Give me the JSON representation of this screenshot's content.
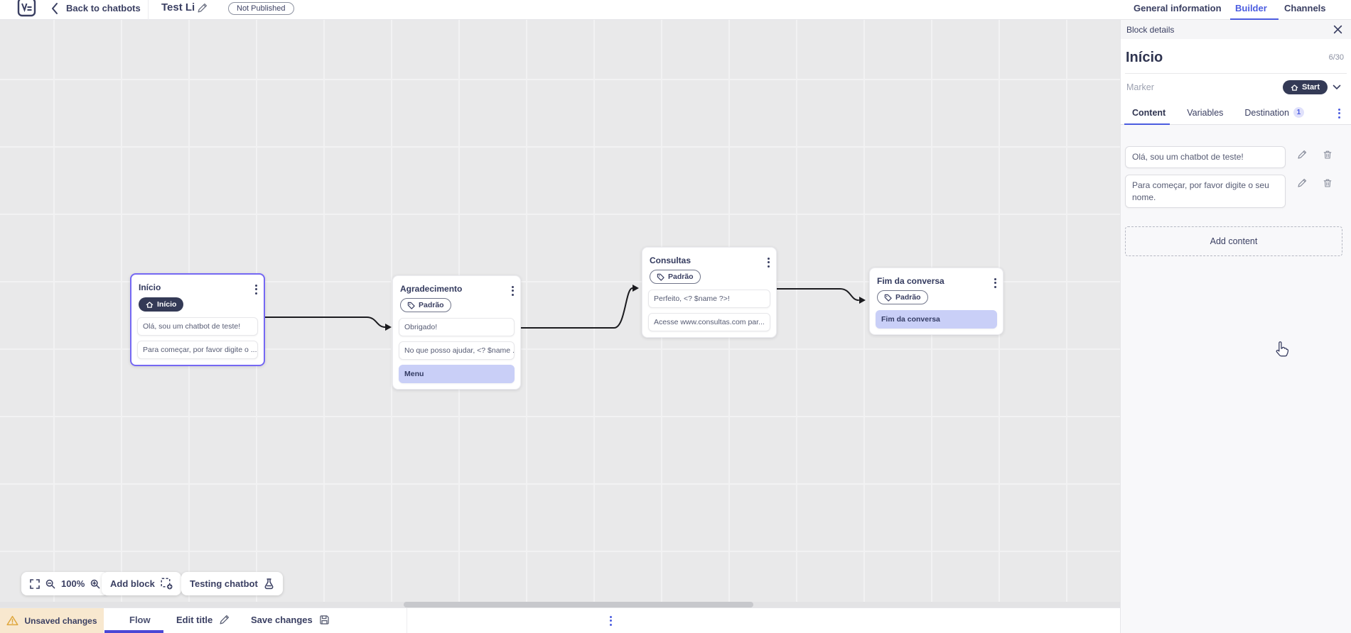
{
  "topbar": {
    "back_label": "Back to chatbots",
    "bot_title": "Test Li",
    "status_badge": "Not Published",
    "tabs": [
      {
        "label": "General information",
        "active": false
      },
      {
        "label": "Builder",
        "active": true
      },
      {
        "label": "Channels",
        "active": false
      }
    ]
  },
  "canvas": {
    "zoom_level": "100%",
    "add_block_label": "Add block",
    "testing_chatbot_label": "Testing chatbot",
    "nodes": [
      {
        "title": "Início",
        "marker": "Início",
        "selected": true,
        "messages": [
          "Olá, sou um chatbot de teste!",
          "Para começar, por favor digite o ..."
        ]
      },
      {
        "title": "Agradecimento",
        "tag": "Padrão",
        "messages": [
          "Obrigado!",
          "No que posso ajudar, <? $name ...",
          "Menu"
        ]
      },
      {
        "title": "Consultas",
        "tag": "Padrão",
        "messages": [
          "Perfeito, <? $name ?>!",
          "Acesse www.consultas.com par..."
        ]
      },
      {
        "title": "Fim da conversa",
        "tag": "Padrão",
        "messages": [
          "Fim da conversa"
        ]
      }
    ]
  },
  "panel": {
    "header": "Block details",
    "block_name": "Início",
    "char_counter": "6/30",
    "marker_label": "Marker",
    "marker_value": "Start",
    "tabs": [
      {
        "label": "Content",
        "active": true
      },
      {
        "label": "Variables",
        "active": false
      },
      {
        "label": "Destination",
        "active": false,
        "badge": "1"
      }
    ],
    "contents": [
      "Olá, sou um chatbot de teste!",
      "Para começar, por favor digite o seu nome."
    ],
    "add_content_label": "Add content"
  },
  "bottombar": {
    "unsaved_label": "Unsaved changes",
    "flow_tab_label": "Flow",
    "edit_title_label": "Edit title",
    "save_label": "Save changes"
  },
  "colors": {
    "accent_blue": "#4b5ce0",
    "selected_purple": "#7568f3",
    "dark_navy_pill": "#343a56",
    "lavender_highlight": "#c9cff7",
    "warning_bg": "#f8e8cf",
    "warning_icon": "#dfa73d",
    "text_navy": "#3a3f62",
    "canvas_bg": "#e9e9ea"
  },
  "icons": {
    "kebab": "vertical-dots",
    "back": "chevron-left",
    "close": "x",
    "marker_home": "home",
    "tag": "tag",
    "edit": "pencil",
    "delete": "trash",
    "fit_screen": "corner-brackets",
    "zoom_out": "magnifier-minus",
    "zoom_in": "magnifier-plus",
    "add_block": "dashed-square-plus",
    "testing": "flask",
    "warning": "triangle-exclamation",
    "save": "floppy-disk",
    "cursor": "hand-pointer"
  }
}
